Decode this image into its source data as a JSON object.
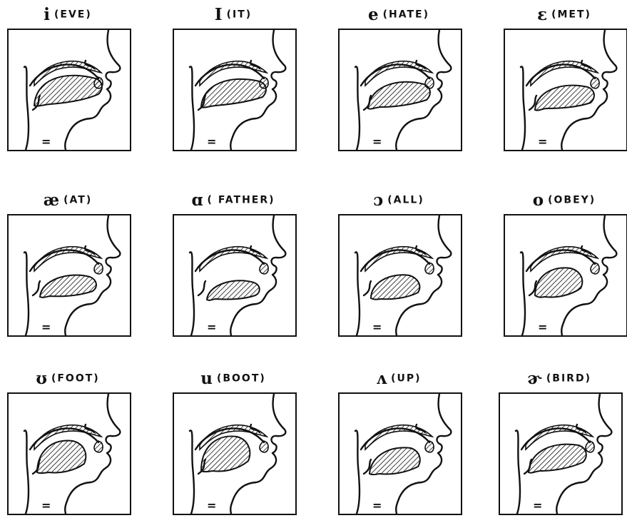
{
  "vowels": [
    {
      "symbol": "i",
      "word": "(EVE)"
    },
    {
      "symbol": "I",
      "word": "(IT)"
    },
    {
      "symbol": "e",
      "word": "(HATE)"
    },
    {
      "symbol": "ɛ",
      "word": "(MET)"
    },
    {
      "symbol": "æ",
      "word": "(AT)"
    },
    {
      "symbol": "ɑ",
      "word": "( FATHER)"
    },
    {
      "symbol": "ɔ",
      "word": "(ALL)"
    },
    {
      "symbol": "o",
      "word": "(OBEY)"
    },
    {
      "symbol": "ʊ",
      "word": "(FOOT)"
    },
    {
      "symbol": "u",
      "word": "(BOOT)"
    },
    {
      "symbol": "ʌ",
      "word": "(UP)"
    },
    {
      "symbol": "ɚ",
      "word": "(BIRD)"
    }
  ]
}
